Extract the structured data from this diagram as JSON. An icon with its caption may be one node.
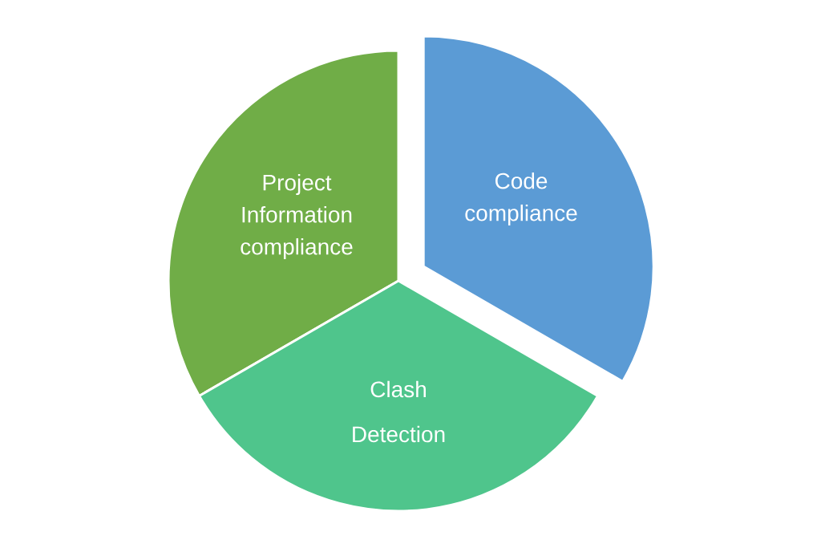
{
  "diagram": {
    "nodes": [
      {
        "text": [
          "Project Information compliance"
        ]
      },
      {
        "text": [
          "Code compliance"
        ]
      },
      {
        "text": [
          "Clash Detection"
        ]
      }
    ]
  }
}
